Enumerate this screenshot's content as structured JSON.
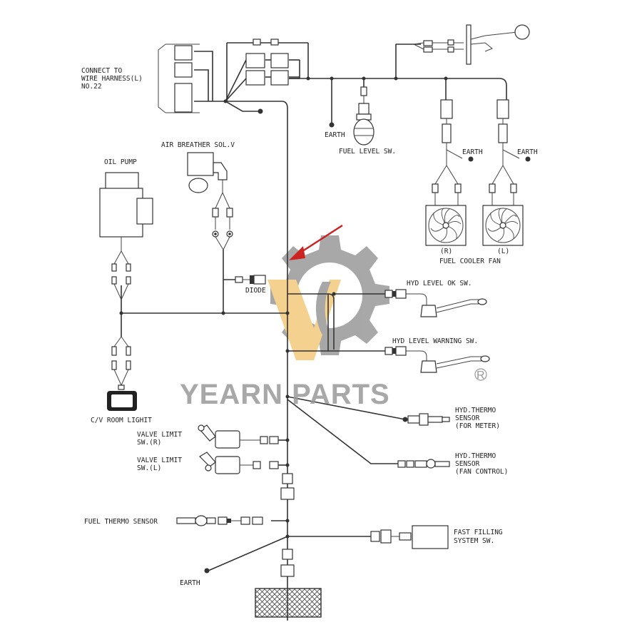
{
  "labels": {
    "connect_line1": "CONNECT TO",
    "connect_line2": "WIRE HARNESS(L)",
    "connect_line3": "NO.22",
    "air_breather": "AIR BREATHER SOL.V",
    "oil_pump": "OIL PUMP",
    "diode": "DIODE",
    "cv_room_light": "C/V ROOM LIGHIT",
    "valve_limit_r1": "VALVE LIMIT",
    "valve_limit_r2": "SW.(R)",
    "valve_limit_l1": "VALVE LIMIT",
    "valve_limit_l2": "SW.(L)",
    "fuel_thermo": "FUEL THERMO SENSOR",
    "earth_bottom": "EARTH",
    "earth_fuel": "EARTH",
    "fuel_level_sw": "FUEL LEVEL SW.",
    "earth_fan_r": "EARTH",
    "earth_fan_l": "EARTH",
    "fan_r": "(R)",
    "fan_l": "(L)",
    "fuel_cooler_fan": "FUEL COOLER FAN",
    "hyd_level_ok": "HYD LEVEL OK SW.",
    "hyd_level_warning": "HYD LEVEL WARNING SW.",
    "hyd_thermo_meter1": "HYD.THERMO",
    "hyd_thermo_meter2": "SENSOR",
    "hyd_thermo_meter3": "(FOR METER)",
    "hyd_thermo_fan1": "HYD.THERMO",
    "hyd_thermo_fan2": "SENSOR",
    "hyd_thermo_fan3": "(FAN CONTROL)",
    "fast_filling1": "FAST FILLING",
    "fast_filling2": "SYSTEM SW."
  },
  "watermark": {
    "text": "YEARN PARTS",
    "registered": "®",
    "gear_color": "#6e6e6e",
    "accent_color": "#f0b445"
  },
  "arrow_color": "#cc2222",
  "icons": [
    "gear-logo-icon",
    "cooling-fan-icon",
    "red-arrow-icon"
  ]
}
